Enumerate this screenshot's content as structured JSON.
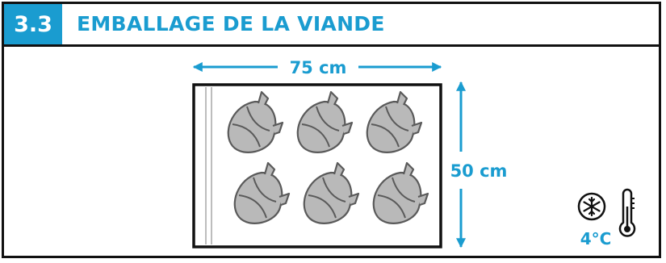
{
  "section": {
    "number": "3.3",
    "title": "EMBALLAGE DE LA VIANDE"
  },
  "diagram": {
    "width_label": "75 cm",
    "height_label": "50 cm",
    "item_icon": "meat-cut-icon",
    "rows": 2,
    "columns": 3
  },
  "storage": {
    "temperature": "4°C",
    "icons": [
      "snowflake-icon",
      "thermometer-icon"
    ]
  },
  "colors": {
    "accent": "#1a9cd0",
    "meat_fill": "#b9b9b9",
    "meat_stroke": "#5a5a5a",
    "border": "#111111"
  }
}
